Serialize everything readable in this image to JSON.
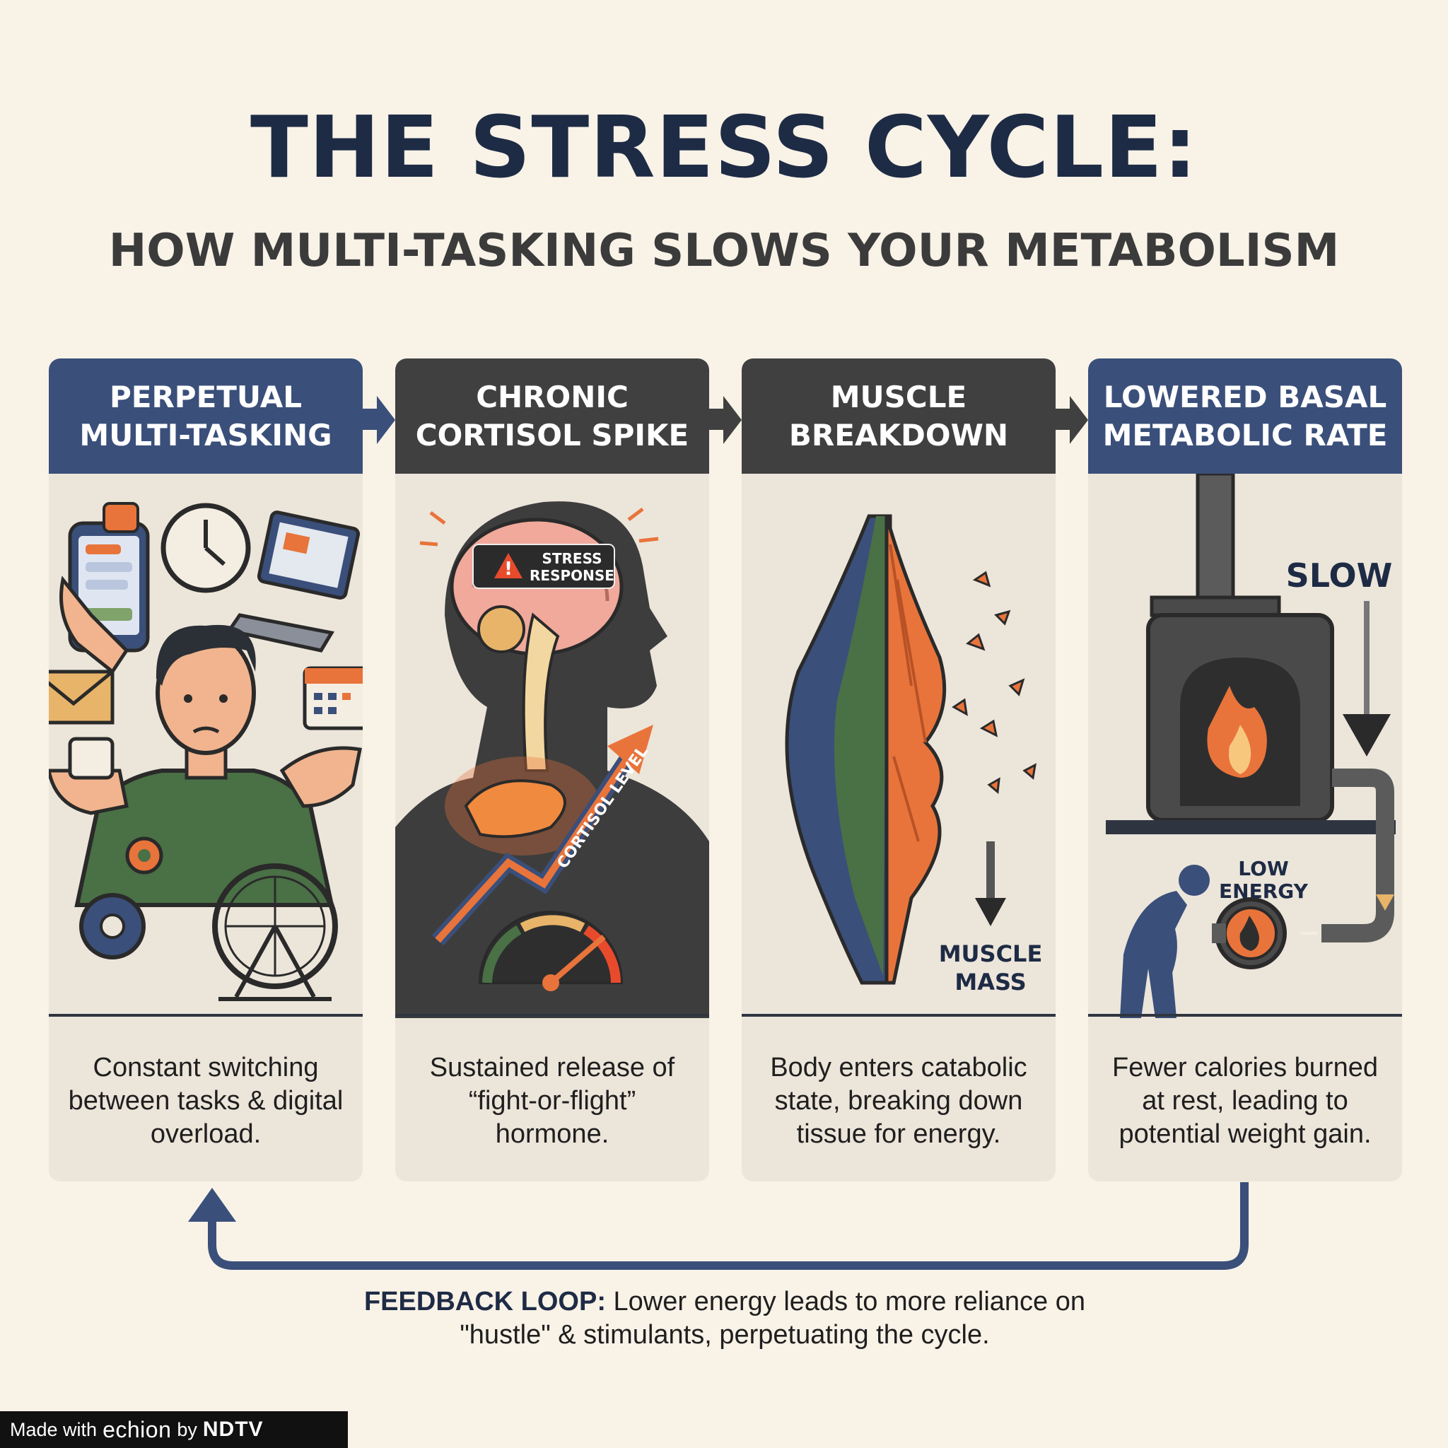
{
  "title": "THE STRESS CYCLE:",
  "subtitle": "HOW MULTI-TASKING SLOWS YOUR METABOLISM",
  "cards": [
    {
      "title": "PERPETUAL\nMULTI-TASKING",
      "description": "Constant switching between tasks & digital overload.",
      "header_color": "#3a4f7a"
    },
    {
      "title": "CHRONIC\nCORTISOL SPIKE",
      "description": "Sustained release of “fight-or-flight” hormone.",
      "header_color": "#404040",
      "labels": {
        "stress_line1": "STRESS",
        "stress_line2": "RESPONSE",
        "cortisol": "CORTISOL LEVEL"
      }
    },
    {
      "title": "MUSCLE\nBREAKDOWN",
      "description": "Body enters catabolic state, breaking down tissue for energy.",
      "header_color": "#404040",
      "labels": {
        "mass_line1": "MUSCLE",
        "mass_line2": "MASS"
      }
    },
    {
      "title": "LOWERED BASAL\nMETABOLIC RATE",
      "description": "Fewer calories burned at rest, leading to potential weight gain.",
      "header_color": "#3a4f7a",
      "labels": {
        "slow": "SLOW",
        "energy_line1": "LOW",
        "energy_line2": "ENERGY"
      }
    }
  ],
  "feedback": {
    "label": "FEEDBACK LOOP:",
    "text": " Lower energy leads to more reliance on \"hustle\" & stimulants, perpetuating the cycle."
  },
  "footer": {
    "prefix": "Made with",
    "brand": "echion",
    "middle": "by",
    "network": "NDTV"
  },
  "colors": {
    "navy": "#1e2b45",
    "blue": "#3a4f7a",
    "charcoal": "#404040",
    "orange": "#e8743b",
    "green": "#4a7046",
    "background": "#f8f2e7"
  }
}
